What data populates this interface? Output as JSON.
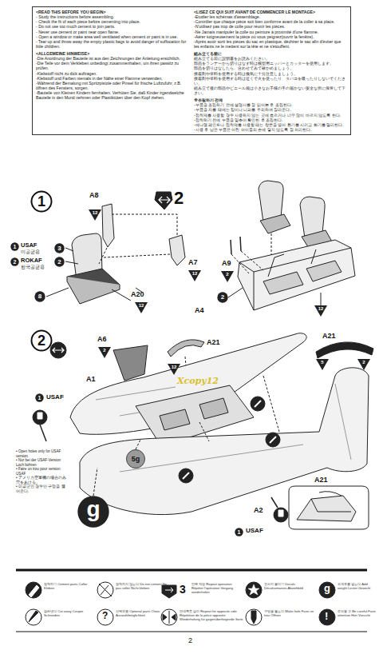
{
  "diagram": {
    "nodes": [
      {
        "text": [
          "<READ THIS BEFORE YOU BEGIN>",
          "- Study the instructions before assembling.",
          "- Check the fit of each piece before cementing into place.",
          "- Do not use too much cement to join parts.",
          "- Never use cement or paint near open flame.",
          "- Open a window or make area well ventilated when cement or paint is in use.",
          "- Tear up and throw away the empty plastic bags to avoid danger of suffocation for little children.",
          "<ALLGEMEINE HINWEISE>",
          "-Die Anordnung der Bauteile ist aus den Zeichnungen der Anleitung ersichtlich.",
          "-Die Teile vor dem Verkleben unbedingt zusammenhalten, um ihren passitz zu prüfen.",
          "-Klebstoff nicht zu dick auftragen.",
          "-Klebstoff und Farben niemals in der Nähe einer Flamme verwenden.",
          "-Während der Bemalung mit Spritzpistole oder Pinsel für frische Luftzufuhr, z.B. öffnen des Fensters, sorgen.",
          "-Bauteile von Kleinen Kindern fernhalten. Verhüten Sie, daß Kinder irgendwelche Bauteile in den Mund nehmen oder Plastiktüten über den Kopf ziehen.",
          "<LISEZ CE QUI SUIT AVANT DE COMMENCER LE MONTAGE>",
          "-Etudier les schémas d'assemblage.",
          "-Contrôler que chaque pièce soit bien conforme avant de la coller à sa place.",
          "-N'utilisez pas trop de colle pour réunir les pièces.",
          "-Ne Jamais manipuler la colle ou peinture à proximité d'une flamme.",
          "-Aérer soigneusement la pièce où vous peignez(ouvrir la fenêtre).",
          "-Après avoir sorti les pièces du sac en plastique, déchirer le sac afin d'éviter que les enfants ne le mettent sur la tête et ne s'étouffent.",
          "組み立てる前に",
          "組み立てる前に説明書をお読みください。",
          "部品をランナーから切りはなす時は模型用ニッパーとカッターを使用します。",
          "部品を切りはなしたら、合わせてみて確かめましょう。",
          "接着剤や塗料を使用する時は換気に十分注意しましょう。",
          "接着剤や塗料を使用する時は近くで火を使ったり、タバコを吸ったりしないでください。",
          "組み立て後の部品やビニール袋は小さなお子様の手の届かない安全な所に保管して下さい。",
          "※조립하기 전에",
          "-부품을 조립하기 전에 설명서를 잘 읽어본 후 조립한다.",
          "-부품을 자를 때에는 칼이나 니퍼를 주의하여 잘라준다.",
          "-접착제를 사용할 경우 사용하지 않는 곳에 흐르거나 너무 많이 바르지 않도록 한다.",
          "-접착하기 전에 부품을 맞추어 확인한 후 조립한다.",
          "-에나멜 페인트나 접착제를 사용할 때는 창문을 열어 환기를 시키고 화기를 멀리한다.",
          "-사용 후 남은 부품은 어린 아이들의 손에 닿지 않도록 잘 처리한다."
        ]
      },
      {
        "text": [
          "1"
        ]
      },
      {
        "text": [
          "12"
        ]
      },
      {
        "text": [
          "1"
        ]
      },
      {
        "text": [
          "3"
        ]
      },
      {
        "text": [
          "2"
        ]
      },
      {
        "text": [
          "2"
        ]
      },
      {
        "text": [
          "8"
        ]
      },
      {
        "text": [
          "12"
        ]
      },
      {
        "text": [
          "12"
        ]
      },
      {
        "text": [
          "2"
        ]
      },
      {
        "text": [
          "2"
        ]
      },
      {
        "text": [
          "12"
        ]
      },
      {
        "text": [
          "2"
        ]
      },
      {
        "text": [
          "2"
        ]
      },
      {
        "text": [
          "12"
        ]
      },
      {
        "text": [
          "1"
        ]
      },
      {
        "text": [
          "5"
        ]
      },
      {
        "text": [
          "2"
        ]
      },
      {
        "text": [
          "5g"
        ]
      },
      {
        "text": [
          "g"
        ]
      },
      {
        "text": [
          "1"
        ]
      }
    ],
    "labels": [
      "A8",
      "2",
      "USAF",
      "미공군용",
      "ROKAF",
      "한국공군용",
      "A20",
      "A7",
      "A9",
      "A4",
      "A6",
      "A21",
      "A21",
      "A1",
      "USAF",
      "Xcopy12",
      "• Open holes only for USAF version.",
      "• Nur bei der USAF-Version Loch bohren",
      "• Faire un trou pour version USAF",
      "• アメリカ空軍機の場合のみ穴をあける。",
      "• 미공군인 경우만 구멍을 뚫어준다.",
      "A2",
      "A21",
      "USAF",
      "3",
      "g",
      "?",
      "!",
      "2"
    ],
    "legend": [
      {
        "text": "접착하기 Cement parts Coller Kleben"
      },
      {
        "text": "접착하지 않는다 Do not cement Ne pas coller Nicht kleben"
      },
      {
        "text": "반복 작업 Repeat operation Répéter l'opération Vorgang wiederholen"
      },
      {
        "text": "전사지 붙이기 Decals Décalcomanies Abziehbild"
      },
      {
        "text": "무게추를 넣는다 Add weight Lester Gewicht"
      },
      {
        "text": "잘라낸다 Cut away Couper Schneiden"
      },
      {
        "text": "선택부품 Optional parts Choix Auswahlmöglichkeit"
      },
      {
        "text": "반대쪽도 같이 Repeat for opposite side Répétition de la pièce opposée Wiederholung für gegenüberliegende Seite"
      },
      {
        "text": "구멍을 뚫는다 Make hole Faire un trou Öffnen"
      },
      {
        "text": "주의할 것 Be careful Faire attention Hier Vorsicht"
      }
    ]
  }
}
